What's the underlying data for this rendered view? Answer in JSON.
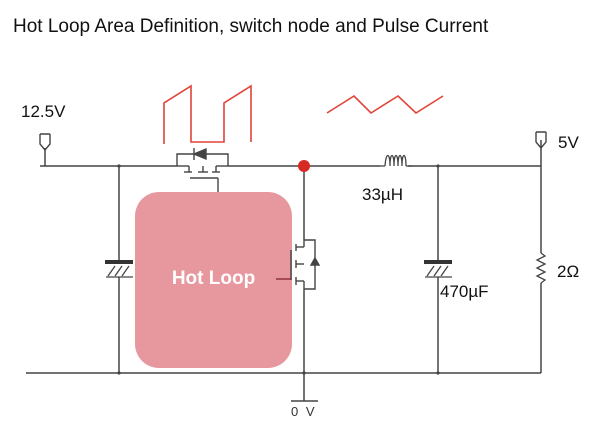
{
  "title": "Hot Loop Area Definition, switch node and Pulse Current",
  "hot_loop": {
    "label": "Hot Loop",
    "color": "#e7989f"
  },
  "labels": {
    "input_voltage": "12.5V",
    "output_voltage": "5V",
    "inductor": "33µH",
    "output_capacitor": "470µF",
    "load_resistor": "2Ω",
    "ground": "0 V"
  },
  "waveforms": {
    "switch_node": "square-wave",
    "inductor_current": "triangle-wave",
    "color": "#e0443a"
  },
  "switch_node_dot_color": "#d82a22",
  "wire_color": "#444444"
}
